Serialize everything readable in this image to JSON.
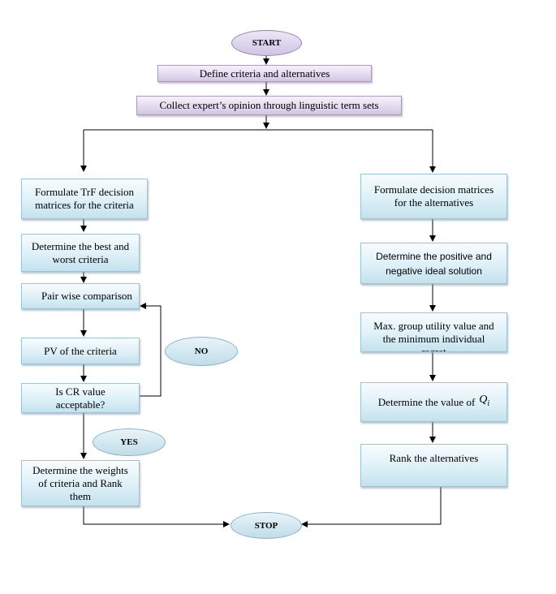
{
  "nodes": {
    "start": "START",
    "define": "Define criteria and alternatives",
    "collect": "Collect expert’s opinion through linguistic term sets",
    "formulate_trf": "Formulate TrF decision matrices for the criteria",
    "best_worst": "Determine the best and worst criteria",
    "pairwise": "Pair wise comparison",
    "pv": "PV of the criteria",
    "cr": "Is CR value acceptable?",
    "weights": "Determine the weights of criteria and Rank them",
    "formulate_alt": "Formulate decision matrices for the alternatives",
    "ideal": "Determine the positive and negative ideal solution",
    "utility": "Max. group utility value and the minimum individual regret",
    "q_value": "Determine the value of",
    "q_symbol": "Q",
    "q_sub": "i",
    "rank": "Rank the alternatives",
    "stop": "STOP",
    "no": "NO",
    "yes": "YES"
  },
  "colors": {
    "box_fill": "#def0f7",
    "box_border": "#9fc3d6",
    "purple_fill": "#e3d9ee",
    "oval_purple": "#cfc5e6",
    "oval_blue": "#bfdde9",
    "line": "#000000"
  }
}
